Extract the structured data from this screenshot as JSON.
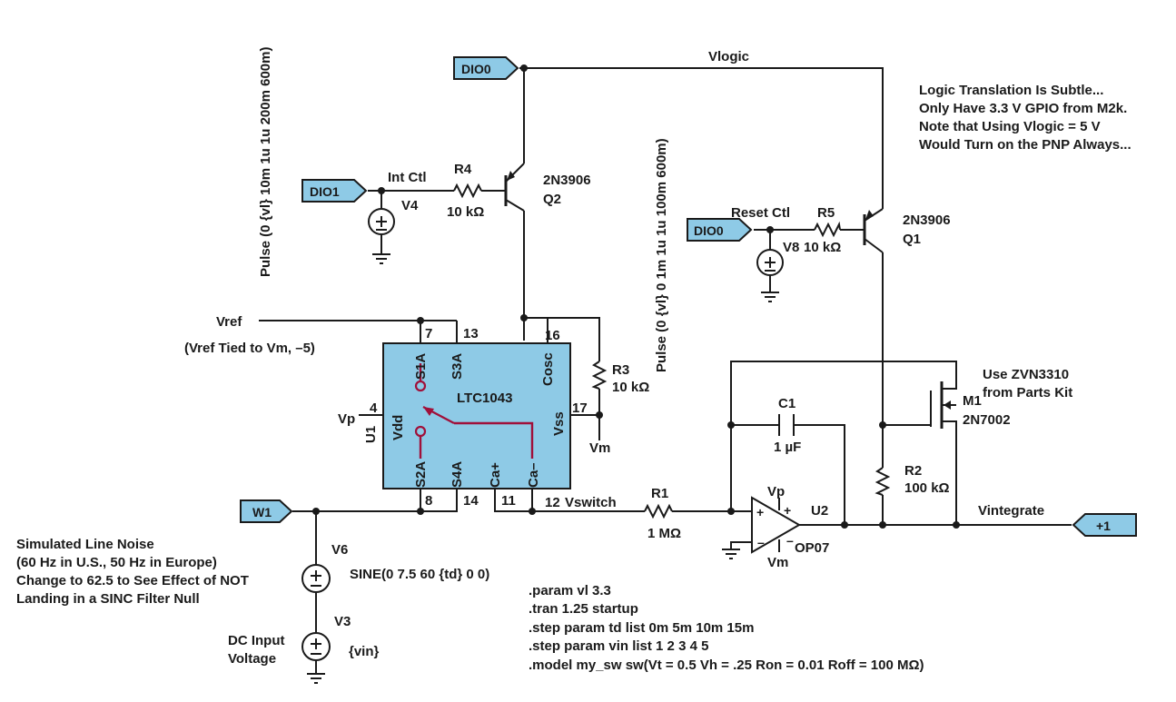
{
  "ports": {
    "dio0_top": "DIO0",
    "dio1": "DIO1",
    "dio0_reset": "DIO0",
    "w1": "W1",
    "out": "+1"
  },
  "nets": {
    "vlogic": "Vlogic",
    "int_ctl": "Int Ctl",
    "reset_ctl": "Reset Ctl",
    "vref": "Vref",
    "vref_note": "(Vref Tied to Vm, –5)",
    "vp_left": "Vp",
    "vm_right": "Vm",
    "vswitch": "Vswitch",
    "vintegrate": "Vintegrate",
    "vp_opamp": "Vp",
    "vm_opamp": "Vm"
  },
  "sources": {
    "v4_name": "V4",
    "v4_pulse": "Pulse (0 {vl} 10m 1u 1u 200m 600m)",
    "v8_name": "V8",
    "v8_pulse": "Pulse (0 {vl} 0 1m 1u 1u 100m 600m)",
    "v6_name": "V6",
    "v6_value": "SINE(0 7.5 60 {td} 0 0)",
    "v3_name": "V3",
    "v3_value": "{vin}",
    "dc_line1": "DC Input",
    "dc_line2": "Voltage"
  },
  "components": {
    "r4_name": "R4",
    "r4_value": "10 kΩ",
    "r5_name": "R5",
    "r5_value": "10 kΩ",
    "r3_name": "R3",
    "r3_value": "10 kΩ",
    "r1_name": "R1",
    "r1_value": "1 MΩ",
    "r2_name": "R2",
    "r2_value": "100 kΩ",
    "c1_name": "C1",
    "c1_value": "1 µF",
    "q2_part": "2N3906",
    "q2_name": "Q2",
    "q1_part": "2N3906",
    "q1_name": "Q1",
    "m1_name": "M1",
    "m1_part": "2N7002",
    "u2_name": "U2",
    "u2_part": "OP07"
  },
  "chip": {
    "ref": "U1",
    "part": "LTC1043",
    "pins": {
      "s1a": "S1A",
      "s3a": "S3A",
      "cosc": "Cosc",
      "vdd": "Vdd",
      "vss": "Vss",
      "s2a": "S2A",
      "s4a": "S4A",
      "ca_plus": "Ca+",
      "ca_minus": "Ca–"
    },
    "pin_numbers": {
      "p7": "7",
      "p13": "13",
      "p16": "16",
      "p4": "4",
      "p17": "17",
      "p8": "8",
      "p14": "14",
      "p11": "11",
      "p12": "12"
    }
  },
  "notes": {
    "logic": [
      "Logic Translation Is Subtle...",
      "Only Have 3.3 V GPIO from M2k.",
      "Note that Using Vlogic = 5 V",
      "Would Turn on the PNP Always..."
    ],
    "parts_kit": [
      "Use ZVN3310",
      "from Parts Kit"
    ],
    "line_noise": [
      "Simulated Line Noise",
      "(60 Hz in U.S., 50 Hz in Europe)",
      "Change to 62.5 to See Effect of NOT",
      "Landing in a SINC Filter Null"
    ],
    "spice": [
      ".param vl 3.3",
      ".tran 1.25 startup",
      ".step param td list 0m 5m 10m 15m",
      ".step param vin list 1 2 3 4 5",
      ".model my_sw sw(Vt = 0.5 Vh = .25 Ron = 0.01 Roff = 100 MΩ)"
    ]
  },
  "colors": {
    "port_fill": "#8ecae6",
    "chip_fill": "#8ecae6",
    "switch_color": "#a0103a",
    "wire": "#1a1a1a"
  }
}
